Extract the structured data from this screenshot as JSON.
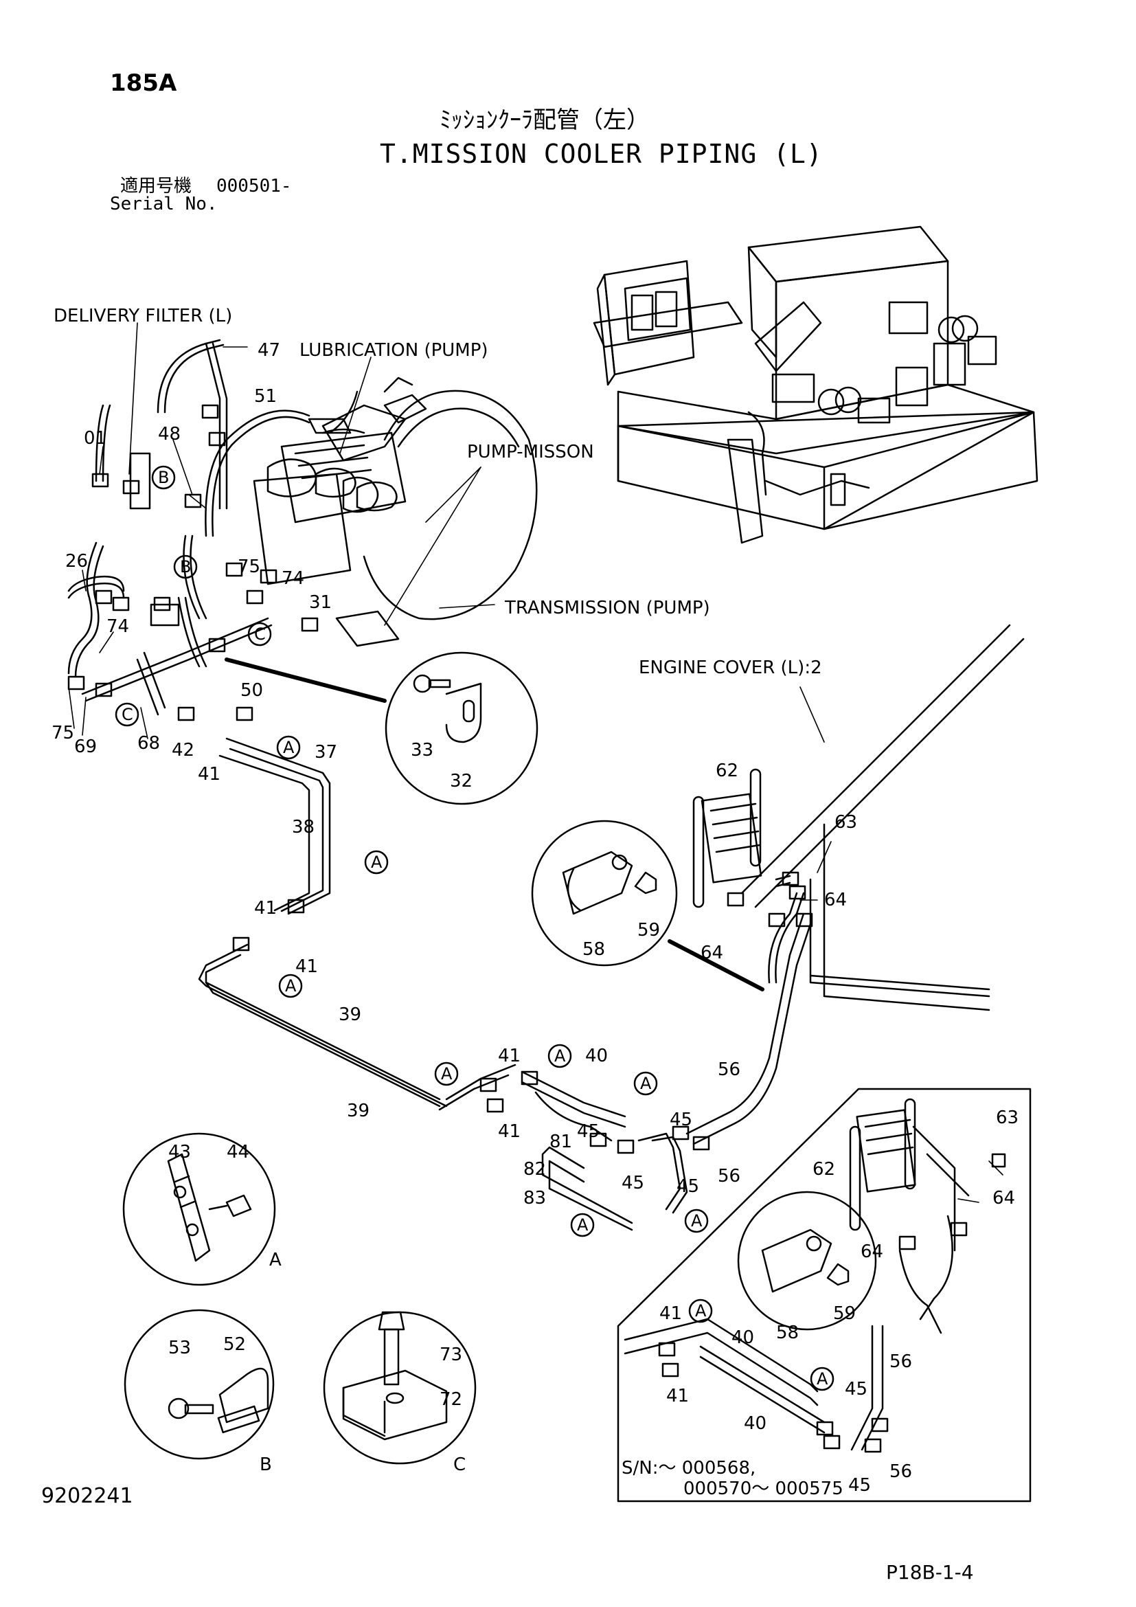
{
  "header": {
    "page_code": "185A",
    "title_jp": "ﾐｯｼｮﾝｸｰﾗ配管（左）",
    "title_en": "T.MISSION COOLER PIPING (L)",
    "serial_jp": "適用号機",
    "serial_value": "000501-",
    "serial_en": "Serial No."
  },
  "footer": {
    "doc_number": "9202241",
    "figure_ref": "P18B-1-4"
  },
  "callouts": {
    "delivery_filter": "DELIVERY FILTER (L)",
    "lubrication_pump": "LUBRICATION (PUMP)",
    "pump_misson": "PUMP-MISSON",
    "transmission_pump": "TRANSMISSION (PUMP)",
    "engine_cover": "ENGINE COVER (L):2",
    "sn_line1": "S/N:～ 000568,",
    "sn_line2": "000570～ 000575"
  },
  "part_numbers": {
    "p01": "01",
    "p26": "26",
    "p74": "74",
    "p75": "75",
    "p69": "69",
    "p68": "68",
    "p48": "48",
    "p47": "47",
    "p51": "51",
    "p50": "50",
    "p42": "42",
    "p41": "41",
    "p37": "37",
    "p38": "38",
    "p31": "31",
    "p33": "33",
    "p32": "32",
    "p39": "39",
    "p40": "40",
    "p81": "81",
    "p82": "82",
    "p83": "83",
    "p45": "45",
    "p56": "56",
    "p62": "62",
    "p63": "63",
    "p64": "64",
    "p58": "58",
    "p59": "59",
    "p43": "43",
    "p44": "44",
    "p53": "53",
    "p52": "52",
    "p73": "73",
    "p72": "72"
  },
  "detail_letters": {
    "a": "A",
    "b": "B",
    "c": "C"
  }
}
